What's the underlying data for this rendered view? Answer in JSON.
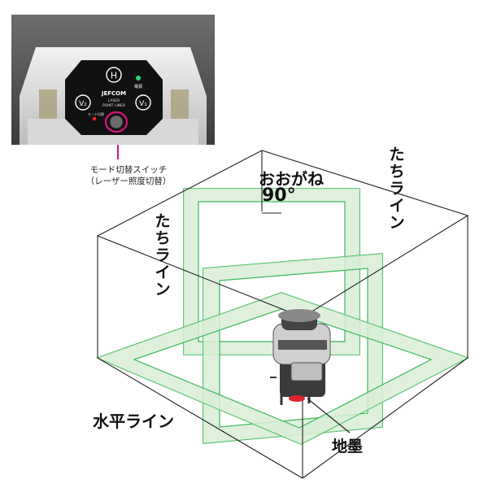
{
  "colors": {
    "laser_green": "#3bb85a",
    "laser_fill": "#d9efd6",
    "mode_ring": "#d8137a",
    "ground_point": "#e0242c",
    "outline": "#222222"
  },
  "photo": {
    "brand": "JEFCOM",
    "model_line1": "LASER",
    "model_line2": "POINT LINER",
    "button_h": "H",
    "button_v1": "V₁",
    "button_v2": "V₂",
    "power_label": "電源",
    "switch_label": "モード切替"
  },
  "caption": {
    "line1": "モード切替スイッチ",
    "line2": "（レーザー照度切替）"
  },
  "labels": {
    "ogane": "おおがね",
    "angle": "90°",
    "vertical_right": "たちライン",
    "vertical_left": "たちライン",
    "horizontal": "水平ライン",
    "ground_mark": "地墨"
  }
}
